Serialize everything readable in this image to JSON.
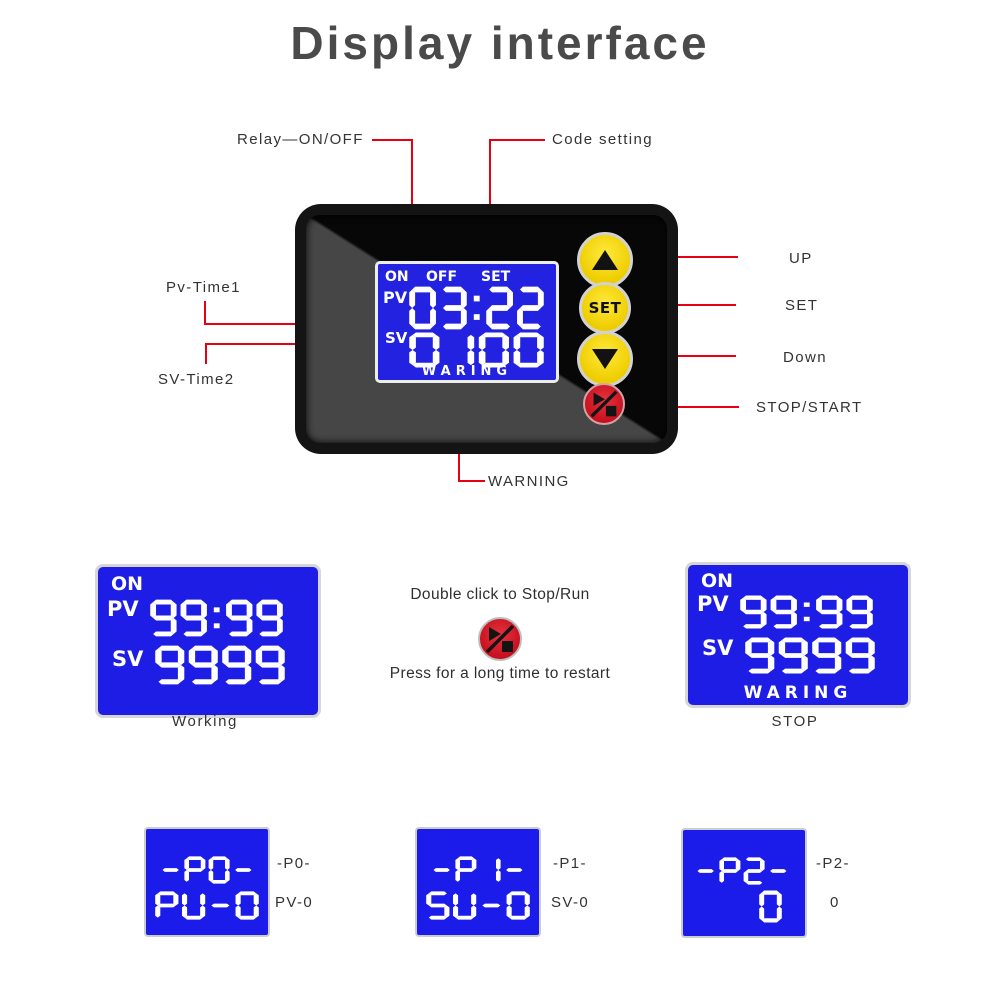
{
  "title": "Display interface",
  "annotations": {
    "relay": "Relay—ON/OFF",
    "code_setting": "Code setting",
    "pv_time1": "Pv-Time1",
    "sv_time2": "SV-Time2",
    "up": "UP",
    "set": "SET",
    "down": "Down",
    "stop_start": "STOP/START",
    "warning": "WARNING"
  },
  "device": {
    "lcd": {
      "on": "ON",
      "off": "OFF",
      "set": "SET",
      "pv_label": "PV",
      "pv_value": "03:22",
      "sv_label": "SV",
      "sv_value": "0100",
      "warning": "WARING"
    },
    "buttons": {
      "set_label": "SET"
    }
  },
  "working_display": {
    "on": "ON",
    "pv_label": "PV",
    "pv_value": "99:99",
    "sv_label": "SV",
    "sv_value": "9999",
    "caption": "Working"
  },
  "stop_display": {
    "on": "ON",
    "pv_label": "PV",
    "pv_value": "99:99",
    "sv_label": "SV",
    "sv_value": "9999",
    "warning": "WARING",
    "caption": "STOP"
  },
  "instructions": {
    "double_click": "Double click to Stop/Run",
    "long_press": "Press for a long time to restart"
  },
  "param_displays": [
    {
      "line1": "-P0-",
      "line2": "PU-0",
      "label1": "-P0-",
      "label2": "PV-0"
    },
    {
      "line1": "-P1-",
      "line2": "SU-0",
      "label1": "-P1-",
      "label2": "SV-0"
    },
    {
      "line1": "-P2-",
      "line2": "0",
      "label1": "-P2-",
      "label2": "0"
    }
  ],
  "colors": {
    "accent_red": "#e60012",
    "lcd_blue": "#2222e0",
    "button_yellow": "#f3d703",
    "button_red": "#c60e1c",
    "device_black": "#141414",
    "panel_gray": "#464646",
    "title_gray": "#4a4a4a"
  }
}
